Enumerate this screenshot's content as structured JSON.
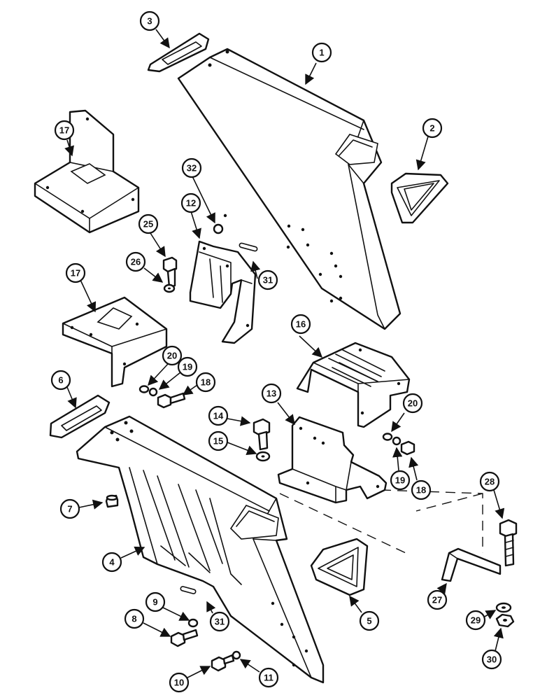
{
  "callouts": {
    "c1": "1",
    "c2": "2",
    "c3": "3",
    "c4": "4",
    "c5": "5",
    "c6": "6",
    "c7": "7",
    "c8": "8",
    "c9": "9",
    "c10": "10",
    "c11": "11",
    "c12": "12",
    "c13": "13",
    "c14": "14",
    "c15": "15",
    "c16": "16",
    "c17a": "17",
    "c17b": "17",
    "c18a": "18",
    "c18b": "18",
    "c19a": "19",
    "c19b": "19",
    "c20a": "20",
    "c20b": "20",
    "c25": "25",
    "c26": "26",
    "c27": "27",
    "c28": "28",
    "c29": "29",
    "c30": "30",
    "c31a": "31",
    "c31b": "31",
    "c32": "32"
  }
}
